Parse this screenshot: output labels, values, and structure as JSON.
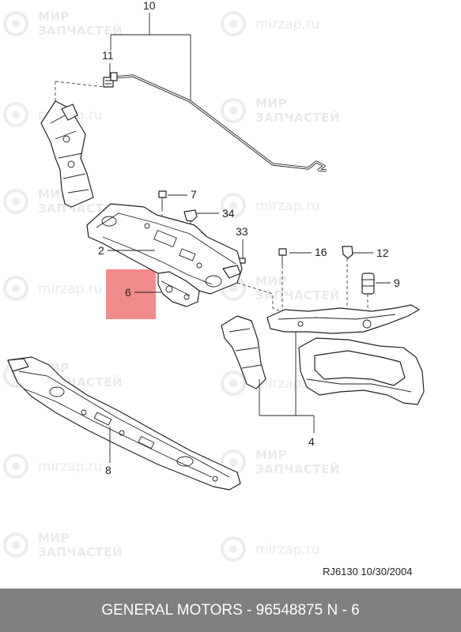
{
  "watermark": {
    "line1": "МИР",
    "line2": "ЗАПЧАСТЕЙ",
    "url": "mirzap.ru"
  },
  "callouts": {
    "c10": "10",
    "c11": "11",
    "c7": "7",
    "c34": "34",
    "c33": "33",
    "c2": "2",
    "c16": "16",
    "c12": "12",
    "c9": "9",
    "c6": "6",
    "c4": "4",
    "c8": "8"
  },
  "highlight_color": "#f28b8b",
  "reference": "RJ6130  10/30/2004",
  "footer": "GENERAL MOTORS - 96548875     N - 6"
}
